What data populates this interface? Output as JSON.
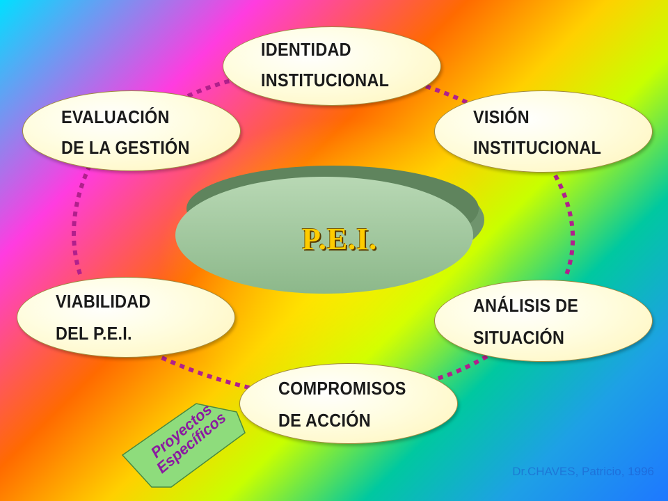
{
  "center": {
    "label": "P.E.I."
  },
  "nodes": {
    "identidad": {
      "line1": "IDENTIDAD",
      "line2": "INSTITUCIONAL"
    },
    "vision": {
      "line1": "VISIÓN",
      "line2": "INSTITUCIONAL"
    },
    "analisis": {
      "line1": "ANÁLISIS DE",
      "line2": "SITUACIÓN"
    },
    "compromisos": {
      "line1": "COMPROMISOS",
      "line2": "DE ACCIÓN"
    },
    "viabilidad": {
      "line1": "VIABILIDAD",
      "line2": "DEL P.E.I."
    },
    "evaluacion": {
      "line1": "EVALUACIÓN",
      "line2": "DE LA GESTIÓN"
    }
  },
  "callout": {
    "line1": "Proyectos",
    "line2": "Específicos"
  },
  "credit": "Dr.CHAVES, Patricio, 1996",
  "colors": {
    "connector": "#b0208c",
    "node_fill": "#fff6c8",
    "center_fill": "#9cc49a",
    "center_label": "#ffcc00",
    "callout_fill": "#90e080",
    "callout_text": "#8a1aa0"
  }
}
